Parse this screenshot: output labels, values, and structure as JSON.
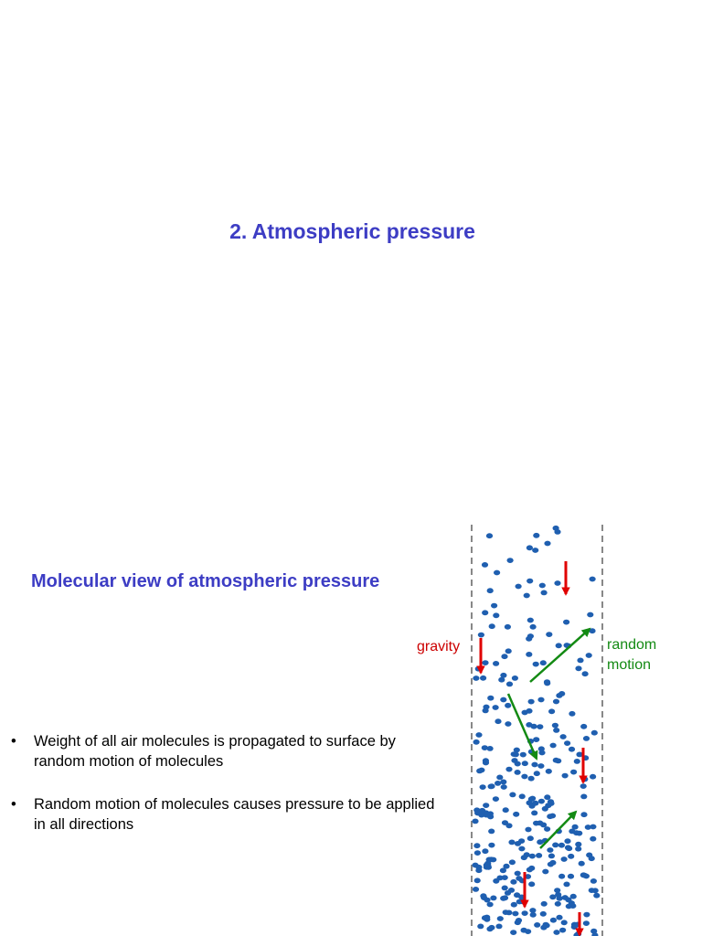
{
  "slide1": {
    "title": "2. Atmospheric pressure"
  },
  "slide2": {
    "subtitle": "Molecular view of atmospheric pressure",
    "bullet_glyph": "•",
    "bullets": [
      "Weight of all air molecules is propagated to surface by random motion of molecules",
      "Random motion of molecules causes pressure to be applied in all directions"
    ],
    "diagram": {
      "gravity_label": "gravity",
      "random_label_line1": "random",
      "random_label_line2": "motion",
      "colors": {
        "molecule": "#1f5fb0",
        "gravity_arrow": "#e00000",
        "motion_arrow": "#138a13",
        "column_wall": "#888888"
      }
    }
  }
}
